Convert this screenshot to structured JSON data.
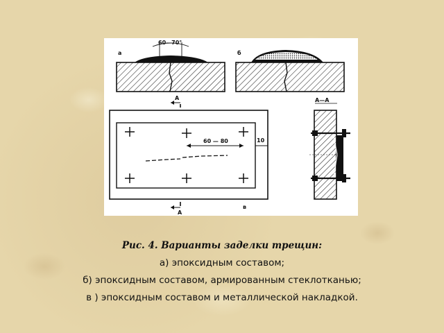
{
  "figure": {
    "panel_a_label": "а",
    "panel_b_label": "б",
    "panel_c_label": "в",
    "angle_label": "60—70°",
    "section_mark_top": "А",
    "section_mark_bottom": "А",
    "section_title": "А—А",
    "spacing_label": "60 — 80",
    "margin_label": "10"
  },
  "caption": {
    "title": "Рис. 4. Варианты заделки трещин:",
    "line_a": "а) эпоксидным составом;",
    "line_b": "б) эпоксидным составом, армированным стеклотканью;",
    "line_c": "в ) эпоксидным составом и металлической накладкой."
  }
}
